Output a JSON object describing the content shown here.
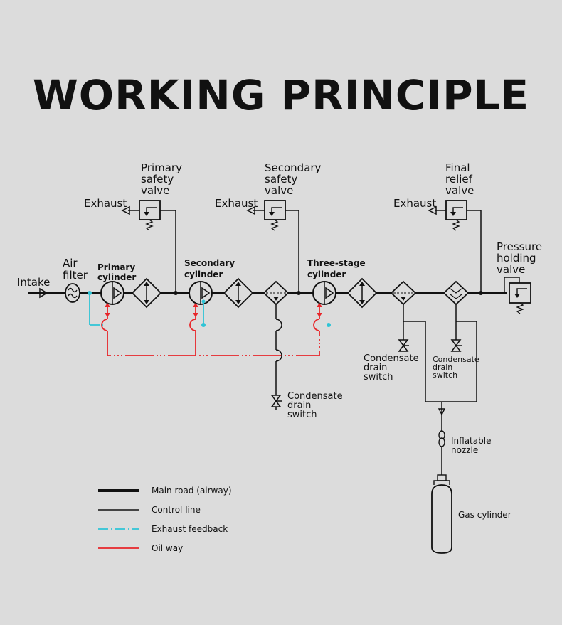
{
  "title": "WORKING PRINCIPLE",
  "labels": {
    "intake": "Intake",
    "air_filter": [
      "Air",
      "filter"
    ],
    "primary_cylinder": [
      "Primary",
      "cylinder"
    ],
    "secondary_cylinder": [
      "Secondary",
      "cylinder"
    ],
    "three_stage_cylinder": [
      "Three-stage",
      "cylinder"
    ],
    "primary_safety_valve": [
      "Primary",
      "safety",
      "valve"
    ],
    "secondary_safety_valve": [
      "Secondary",
      "safety",
      "valve"
    ],
    "final_relief_valve": [
      "Final",
      "relief",
      "valve"
    ],
    "pressure_holding_valve": [
      "Pressure",
      "holding",
      "valve"
    ],
    "exhaust": "Exhaust",
    "condensate_drain_switch": [
      "Condensate",
      "drain",
      "switch"
    ],
    "inflatable_nozzle": [
      "Inflatable",
      "nozzle"
    ],
    "gas_cylinder": "Gas cylinder"
  },
  "legend": [
    {
      "label": "Main road (airway)",
      "color": "#111111"
    },
    {
      "label": "Control line",
      "color": "#111111"
    },
    {
      "label": "Exhaust feedback",
      "color": "#2ec4d6"
    },
    {
      "label": "Oil way",
      "color": "#e8262a"
    }
  ],
  "colors": {
    "main": "#111111",
    "exhaust": "#2ec4d6",
    "oil": "#e8262a",
    "background": "#dcdcdc"
  }
}
